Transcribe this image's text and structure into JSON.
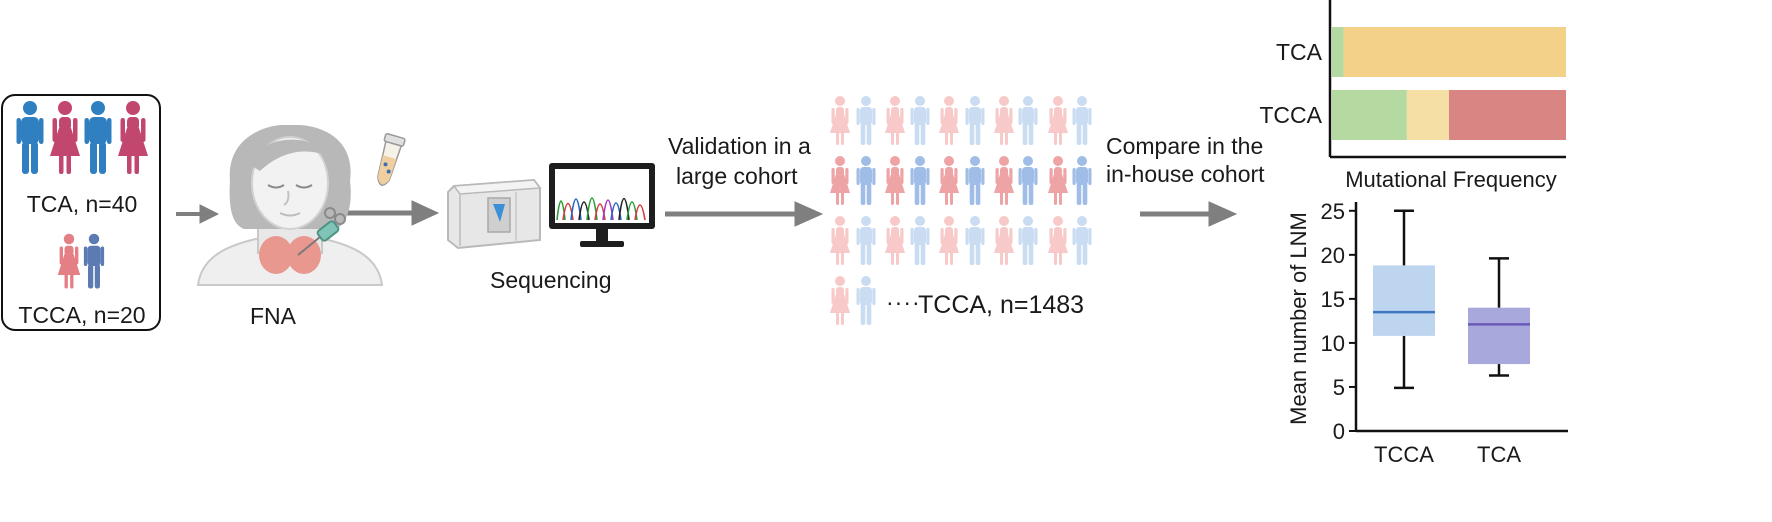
{
  "cohort_box": {
    "tca_label": "TCA, n=40",
    "tcca_label": "TCCA, n=20"
  },
  "fna_label": "FNA",
  "sequencing_label": "Sequencing",
  "validation_label": [
    "Validation in a",
    "large cohort"
  ],
  "large_cohort_label": "TCCA, n=1483",
  "compare_label": [
    "Compare in the",
    "in-house cohort"
  ],
  "colors": {
    "male": "#2f7fc1",
    "female": "#c2476f",
    "female_light": "#e47f86",
    "male_muted": "#5d7bb3",
    "arrow": "#7f7f7f",
    "green": "#b4d9a1",
    "yellow": "#f4d188",
    "light_yellow": "#f5dfa4",
    "red": "#d88584",
    "box_tcca": "#bed5f0",
    "box_tca": "#a8a8dc",
    "median_tcca": "#3f78c0",
    "median_tca": "#6a5bb8"
  },
  "chart_data": [
    {
      "type": "bar",
      "orientation": "horizontal-stacked",
      "categories": [
        "TCA",
        "TCCA"
      ],
      "xlabel": "Mutational Frequency",
      "series": [
        {
          "color": "green",
          "values": [
            0.05,
            0.32
          ]
        },
        {
          "color": "light_yellow",
          "values": [
            0,
            0.18
          ]
        },
        {
          "color": "yellow",
          "values": [
            0.95,
            0
          ]
        },
        {
          "color": "red",
          "values": [
            0,
            0.5
          ]
        }
      ]
    },
    {
      "type": "box",
      "categories": [
        "TCCA",
        "TCA"
      ],
      "ylabel": "Mean number of LNM",
      "ylim": [
        0,
        26
      ],
      "yticks": [
        0,
        5,
        10,
        15,
        20,
        25
      ],
      "boxes": [
        {
          "category": "TCCA",
          "min": 4.9,
          "q1": 10.8,
          "median": 13.5,
          "q3": 18.8,
          "max": 25.0
        },
        {
          "category": "TCA",
          "min": 6.3,
          "q1": 7.6,
          "median": 12.1,
          "q3": 14.0,
          "max": 19.6
        }
      ]
    }
  ]
}
